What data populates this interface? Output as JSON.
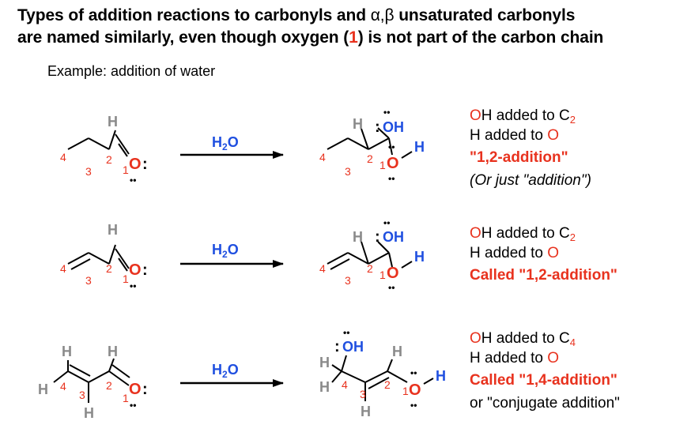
{
  "title": {
    "line1_prefix": "Types of addition reactions to carbonyls and ",
    "line1_greek": "α,β",
    "line1_suffix": " unsaturated carbonyls",
    "line2_prefix": "are named similarly, even though oxygen (",
    "line2_num": "1",
    "line2_suffix": ") is not part of the carbon chain"
  },
  "example_label": "Example: addition of water",
  "reagent": {
    "main": "H",
    "sub": "2",
    "tail": "O"
  },
  "atoms": {
    "H": "H",
    "O": "O",
    "OH": "OH",
    "lone_pair": "••",
    "colon": ":"
  },
  "numbers": {
    "n1": "1",
    "n2": "2",
    "n3": "3",
    "n4": "4"
  },
  "rows": [
    {
      "desc1_a": "O",
      "desc1_b": "H added to C",
      "desc1_sub": "2",
      "desc2_a": "H added to ",
      "desc2_b": "O",
      "desc3": "\"1,2-addition\"",
      "desc4": "(Or just \"addition\")"
    },
    {
      "desc1_a": "O",
      "desc1_b": "H added to C",
      "desc1_sub": "2",
      "desc2_a": "H added to ",
      "desc2_b": "O",
      "desc3": "Called \"1,2-addition\""
    },
    {
      "desc1_a": "O",
      "desc1_b": "H added to C",
      "desc1_sub": "4",
      "desc2_a": "H added to ",
      "desc2_b": "O",
      "desc3": "Called \"1,4-addition\"",
      "desc4": "or \"conjugate addition\""
    }
  ],
  "colors": {
    "red": "#e8321e",
    "blue": "#1f4fe0",
    "gray": "#8a8a8a",
    "black": "#000000"
  }
}
